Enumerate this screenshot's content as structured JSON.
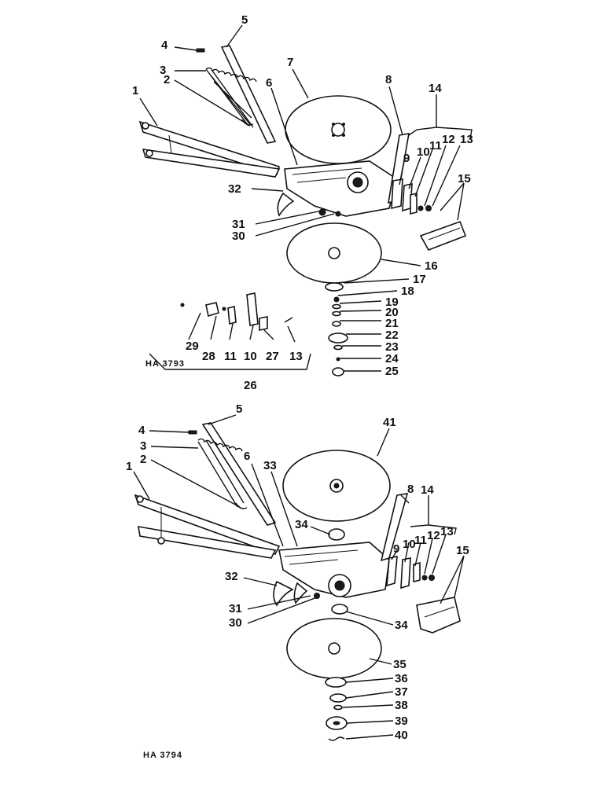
{
  "figure_top": {
    "code": "HA 3793",
    "callouts": [
      "1",
      "2",
      "3",
      "4",
      "5",
      "6",
      "7",
      "8",
      "9",
      "10",
      "11",
      "12",
      "13",
      "14",
      "15",
      "16",
      "17",
      "18",
      "19",
      "20",
      "21",
      "22",
      "23",
      "24",
      "25",
      "26",
      "27",
      "28",
      "29",
      "30",
      "31",
      "32"
    ],
    "kit_callouts": [
      "29",
      "28",
      "11",
      "10",
      "27",
      "13"
    ]
  },
  "figure_bottom": {
    "code": "HA 3794",
    "callouts": [
      "1",
      "2",
      "3",
      "4",
      "5",
      "6",
      "8",
      "9",
      "10",
      "11",
      "12",
      "13",
      "14",
      "15",
      "30",
      "31",
      "32",
      "33",
      "34",
      "34",
      "35",
      "36",
      "37",
      "38",
      "39",
      "40",
      "41"
    ]
  }
}
